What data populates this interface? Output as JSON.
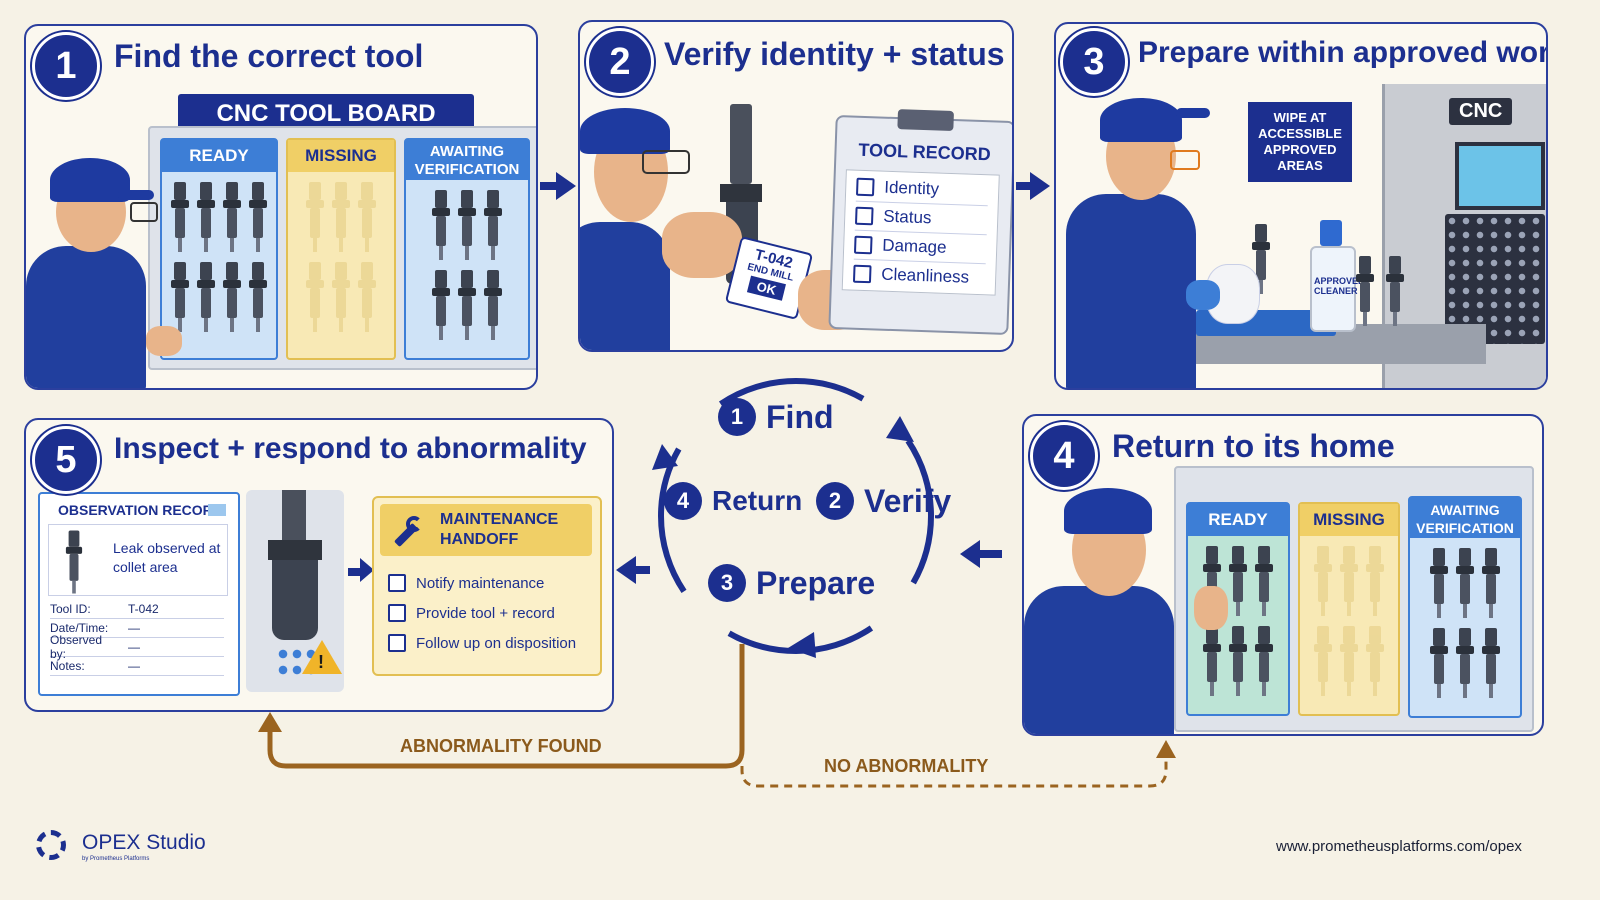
{
  "steps": {
    "s1": {
      "num": "1",
      "title": "Find the correct tool"
    },
    "s2": {
      "num": "2",
      "title": "Verify identity + status"
    },
    "s3": {
      "num": "3",
      "title": "Prepare within approved work"
    },
    "s4": {
      "num": "4",
      "title": "Return to its home"
    },
    "s5": {
      "num": "5",
      "title": "Inspect + respond to abnormality"
    }
  },
  "board": {
    "title": "CNC TOOL BOARD",
    "col_ready": "READY",
    "col_missing": "MISSING",
    "col_awaiting": "AWAITING VERIFICATION"
  },
  "tool_record": {
    "title": "TOOL RECORD",
    "items": [
      "Identity",
      "Status",
      "Damage",
      "Cleanliness"
    ]
  },
  "tag": {
    "id": "T-042",
    "type": "END MILL",
    "status": "OK"
  },
  "prep": {
    "sign": "WIPE AT ACCESSIBLE APPROVED AREAS",
    "machine": "CNC",
    "bottle": "APPROVED CLEANER"
  },
  "cycle": {
    "find": {
      "num": "1",
      "label": "Find"
    },
    "verify": {
      "num": "2",
      "label": "Verify"
    },
    "prepare": {
      "num": "3",
      "label": "Prepare"
    },
    "return": {
      "num": "4",
      "label": "Return"
    }
  },
  "observation": {
    "title": "OBSERVATION RECORD",
    "note": "Leak observed at collet area",
    "fields": [
      {
        "label": "Tool ID:",
        "value": "T-042"
      },
      {
        "label": "Date/Time:",
        "value": "—"
      },
      {
        "label": "Observed by:",
        "value": "—"
      },
      {
        "label": "Notes:",
        "value": "—"
      }
    ]
  },
  "handoff": {
    "title": "MAINTENANCE HANDOFF",
    "items": [
      "Notify maintenance",
      "Provide tool + record",
      "Follow up on disposition"
    ]
  },
  "branches": {
    "abnormal": "ABNORMALITY FOUND",
    "normal": "NO ABNORMALITY"
  },
  "footer": {
    "brand": "OPEX Studio",
    "byline": "by Prometheus Platforms",
    "url": "www.prometheusplatforms.com/opex"
  },
  "colors": {
    "primary": "#1c2f8f",
    "ready": "#3d7ed6",
    "missing": "#f0cf66",
    "awaiting": "#3d7ed6",
    "branch": "#8b5a1c"
  }
}
